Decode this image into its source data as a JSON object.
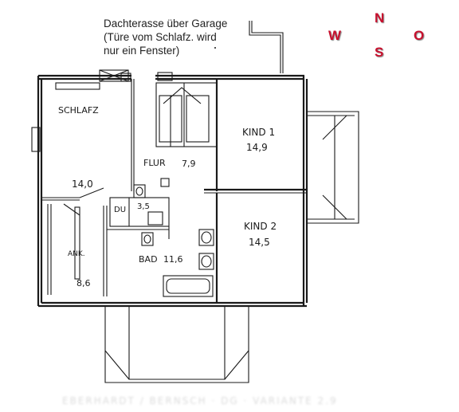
{
  "note": {
    "line1": "Dachterasse über Garage",
    "line2": "(Türe vom Schlafz. wird",
    "line3": "nur ein Fenster)"
  },
  "compass": {
    "north": "N",
    "west": "W",
    "east": "O",
    "south": "S",
    "color": "#c8102e"
  },
  "rooms": {
    "schlafz": {
      "name": "SCHLAFZ",
      "area": "14,0"
    },
    "flur": {
      "name": "FLUR",
      "area": "7,9"
    },
    "kind1": {
      "name": "KIND 1",
      "area": "14,9"
    },
    "du": {
      "name": "DU",
      "area": "3,5"
    },
    "kind2": {
      "name": "KIND 2",
      "area": "14,5"
    },
    "ank": {
      "name": "ANK.",
      "area": "8,6"
    },
    "bad": {
      "name": "BAD",
      "area": "11,6"
    }
  },
  "footer": {
    "text": "EBERHARDT / BERNSCH · DG · VARIANTE 2.9"
  }
}
